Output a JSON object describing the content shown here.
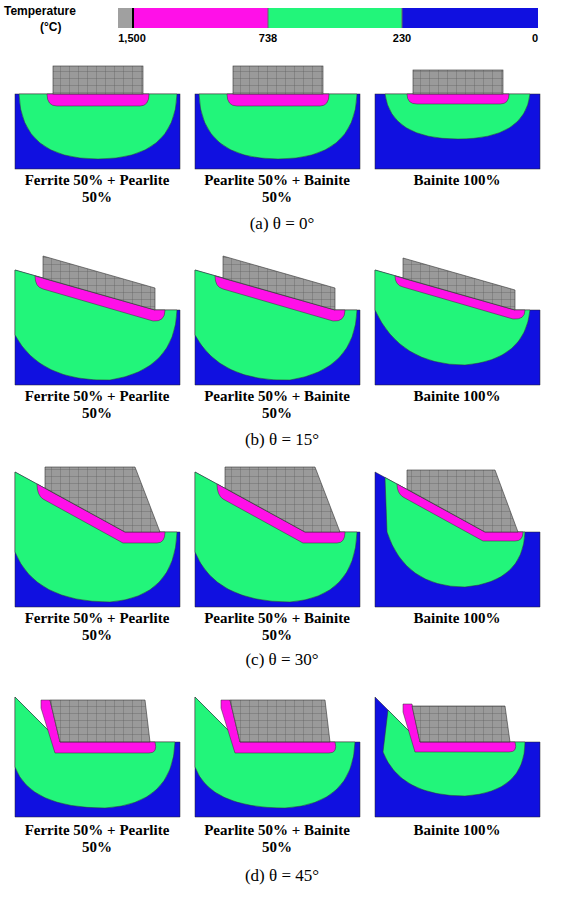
{
  "diagram": {
    "labels": [
      "Temperature",
      "(°C)",
      "1,500",
      "738",
      "230",
      "0",
      "Ferrite 50% + Pearlite 50%",
      "Pearlite 50% + Bainite 50%",
      "Bainite 100%",
      "(a) θ = 0°",
      "Ferrite 50% + Pearlite 50%",
      "Pearlite 50% + Bainite 50%",
      "Bainite 100%",
      "(b) θ = 15°",
      "Ferrite 50% + Pearlite 50%",
      "Pearlite 50% + Bainite 50%",
      "Bainite 100%",
      "(c) θ = 30°",
      "Ferrite 50% + Pearlite 50%",
      "Pearlite 50% + Bainite 50%",
      "Bainite 100%",
      "(d) θ = 45°"
    ]
  }
}
